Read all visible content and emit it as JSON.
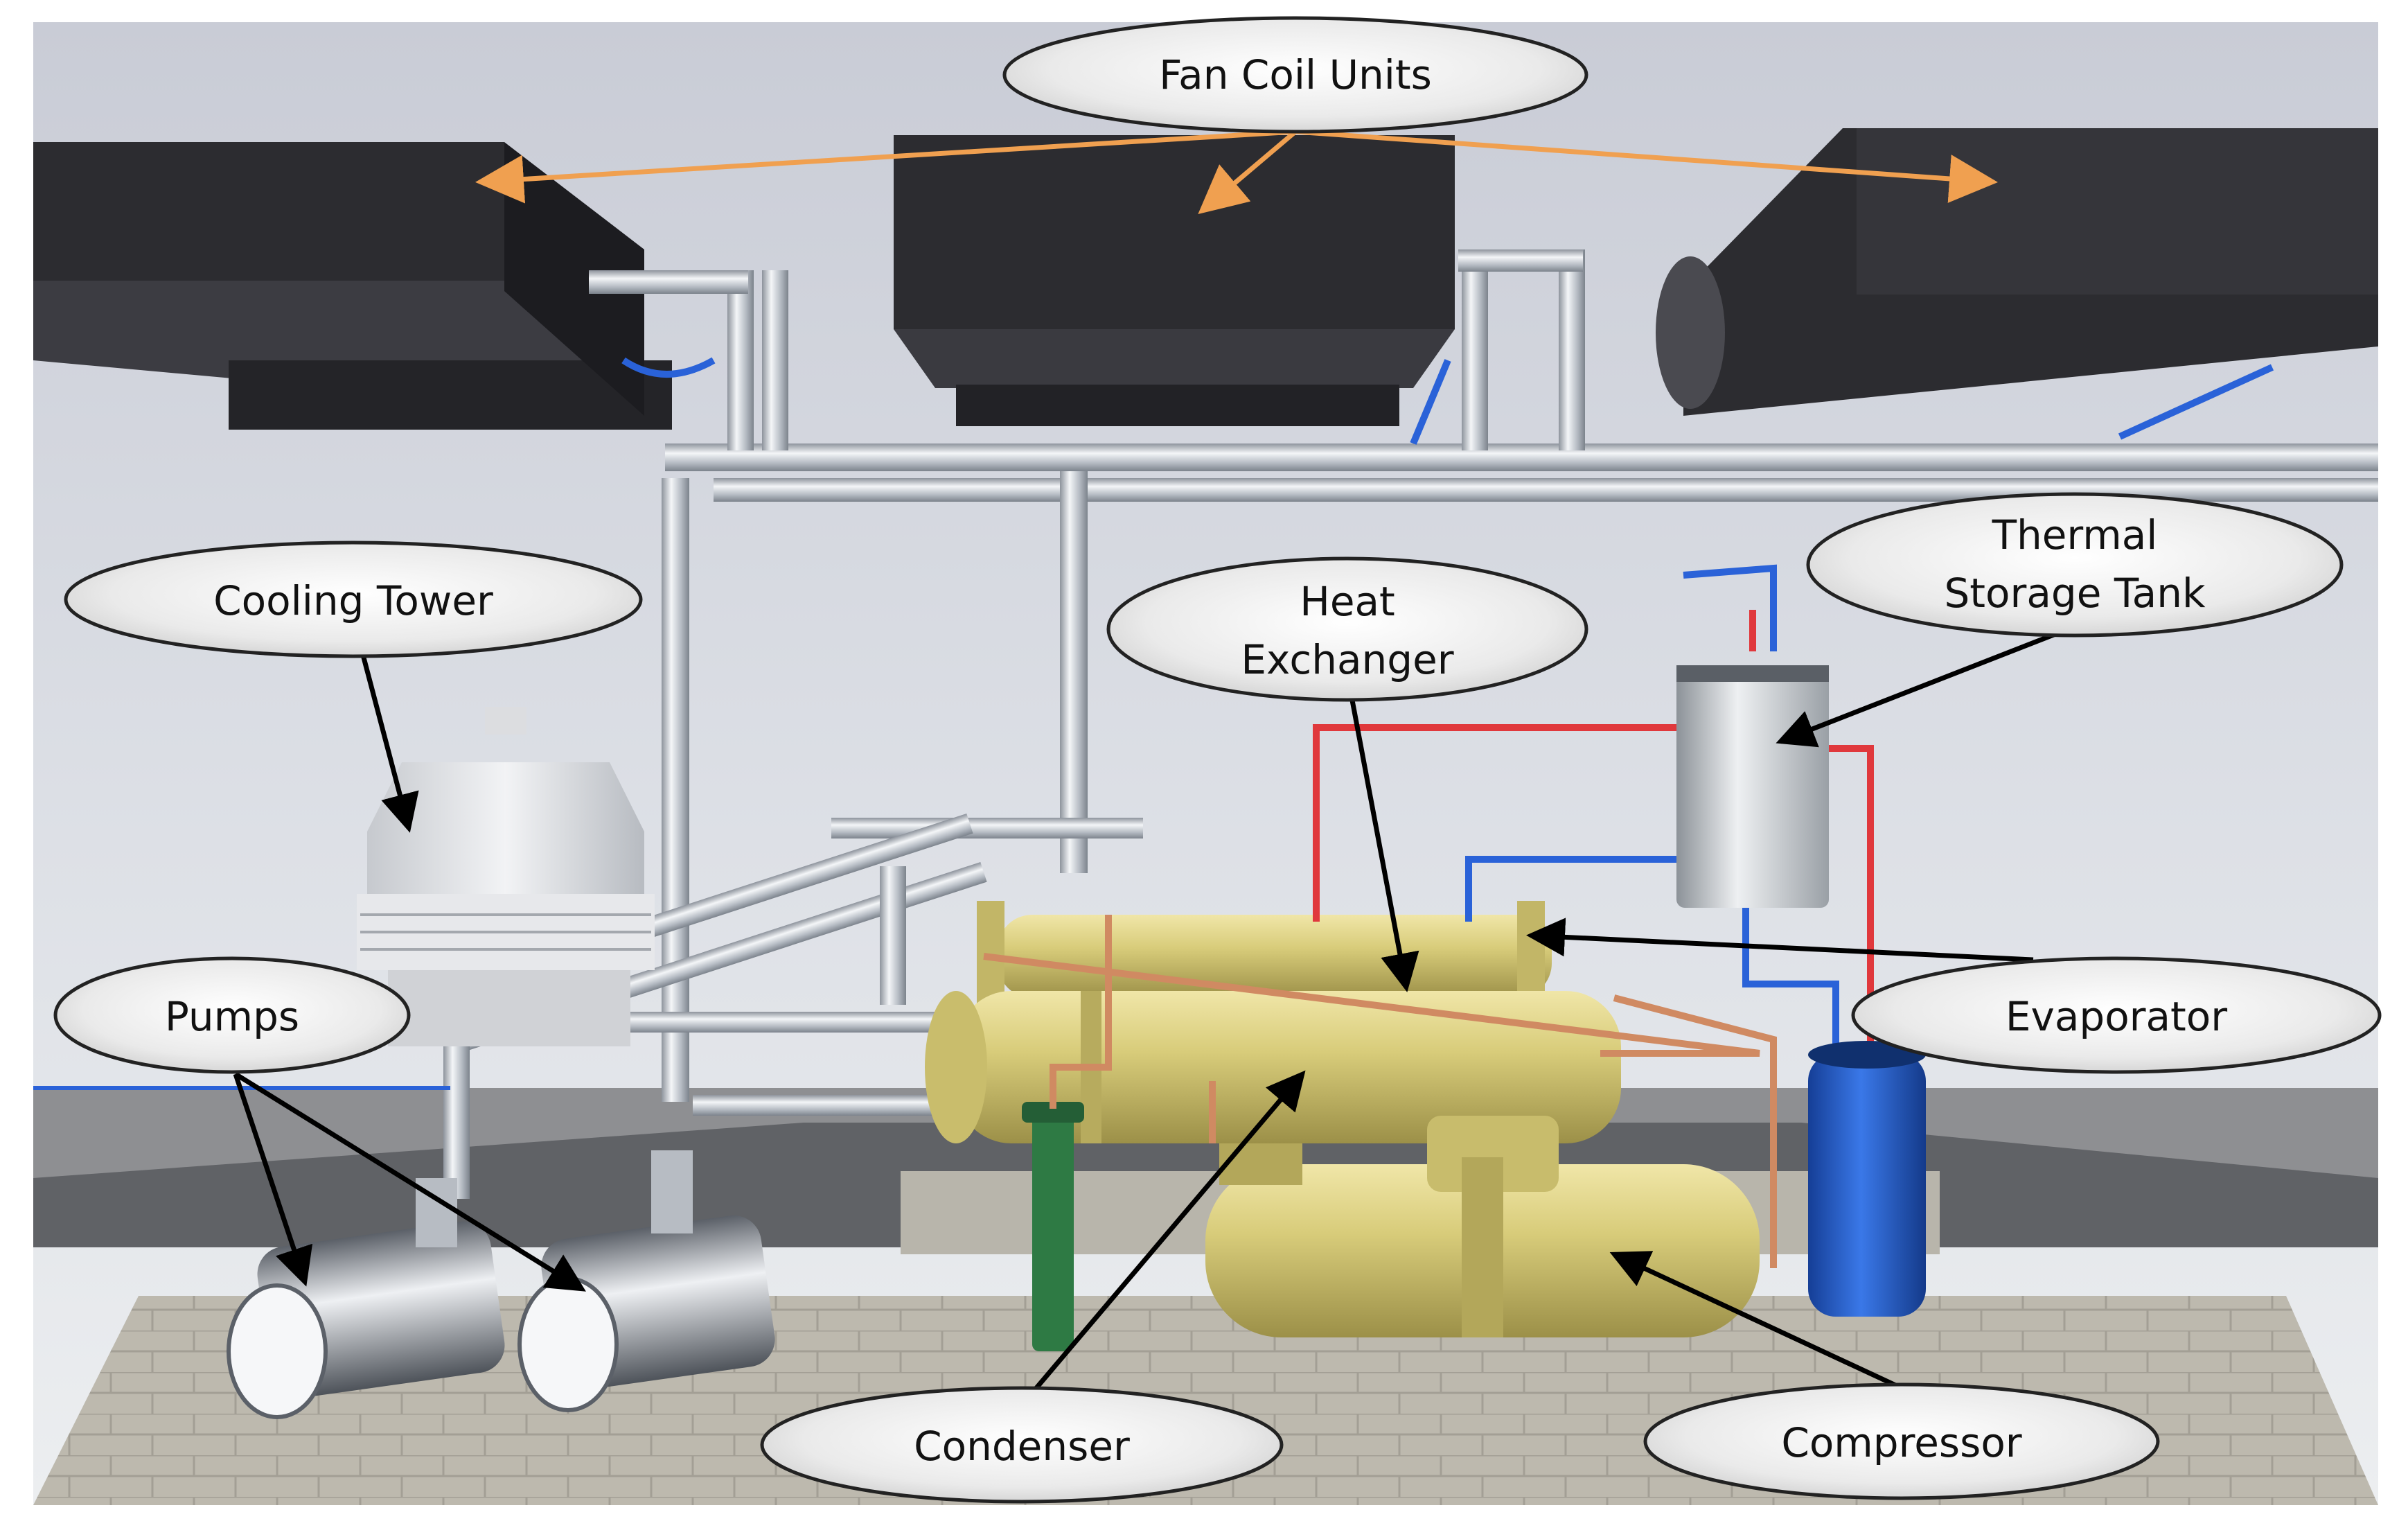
{
  "labels": {
    "fan_coil_units": "Fan Coil Units",
    "cooling_tower": "Cooling Tower",
    "heat_exchanger_line1": "Heat",
    "heat_exchanger_line2": "Exchanger",
    "thermal_storage_line1": "Thermal",
    "thermal_storage_line2": "Storage Tank",
    "evaporator": "Evaporator",
    "pumps": "Pumps",
    "condenser": "Condenser",
    "compressor": "Compressor"
  },
  "colors": {
    "fan_coil_arrow": "#f0a050",
    "pointer_arrow": "#000000",
    "hot_pipe": "#e0383c",
    "cold_pipe": "#2a62d8",
    "vessel": "#d8cc7a",
    "fan_coil_body": "#2c2c30",
    "tank_blue": "#1e56c8",
    "condenser_green": "#2e7a44"
  }
}
